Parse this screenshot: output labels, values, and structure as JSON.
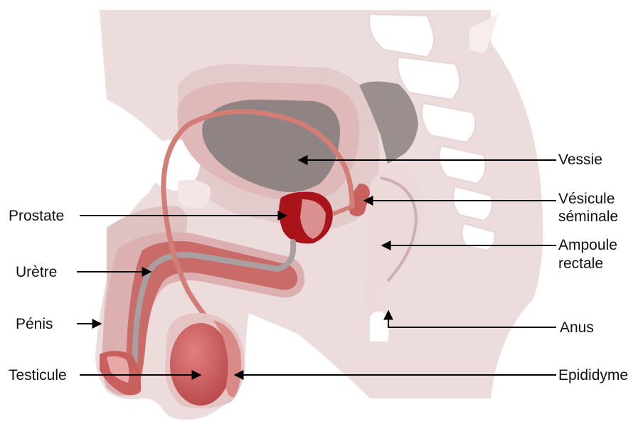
{
  "labels": {
    "vessie": "Vessie",
    "vesicule_l1": "Vésicule",
    "vesicule_l2": "séminale",
    "prostate": "Prostate",
    "ampoule_l1": "Ampoule",
    "ampoule_l2": "rectale",
    "uretre": "Urètre",
    "penis": "Pénis",
    "anus": "Anus",
    "testicule": "Testicule",
    "epididyme": "Epididyme"
  },
  "colors": {
    "background": "#ffffff",
    "body_pale": "#eddcdc",
    "body_mid": "#dfc2c2",
    "body_dark": "#c99a9a",
    "bone": "#ffffff",
    "bladder": "#8f8384",
    "rectum": "#9a8e8f",
    "prostate": "#a8141a",
    "tissue_red": "#c9605e",
    "vas_deferens": "#d27d76",
    "testicle": "#c9585a",
    "label_text": "#111111",
    "arrow": "#000000"
  }
}
